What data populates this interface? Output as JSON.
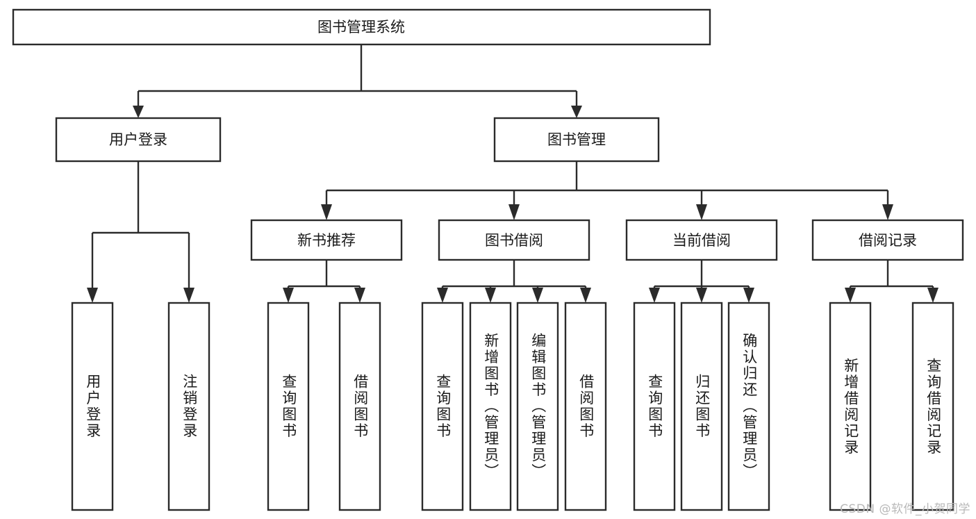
{
  "diagram": {
    "type": "tree",
    "title": "图书管理系统",
    "watermark": "CSDN @软件_小贺同学",
    "colors": {
      "stroke": "#2b2b2b",
      "fill": "#ffffff",
      "text": "#1a1a1a",
      "watermark": "#b9b9b9"
    },
    "root": {
      "label": "图书管理系统"
    },
    "level2": [
      {
        "label": "用户登录"
      },
      {
        "label": "图书管理"
      }
    ],
    "level3": [
      {
        "label": "新书推荐"
      },
      {
        "label": "图书借阅"
      },
      {
        "label": "当前借阅"
      },
      {
        "label": "借阅记录"
      }
    ],
    "leaves_user_login": [
      {
        "label": "用户登录"
      },
      {
        "label": "注销登录"
      }
    ],
    "leaves_new_book": [
      {
        "label": "查询图书"
      },
      {
        "label": "借阅图书"
      }
    ],
    "leaves_borrow": [
      {
        "label": "查询图书"
      },
      {
        "label": "新增图书（管理员）"
      },
      {
        "label": "编辑图书（管理员）"
      },
      {
        "label": "借阅图书"
      }
    ],
    "leaves_current": [
      {
        "label": "查询图书"
      },
      {
        "label": "归还图书"
      },
      {
        "label": "确认归还（管理员）"
      }
    ],
    "leaves_record": [
      {
        "label": "新增借阅记录"
      },
      {
        "label": "查询借阅记录"
      }
    ]
  }
}
